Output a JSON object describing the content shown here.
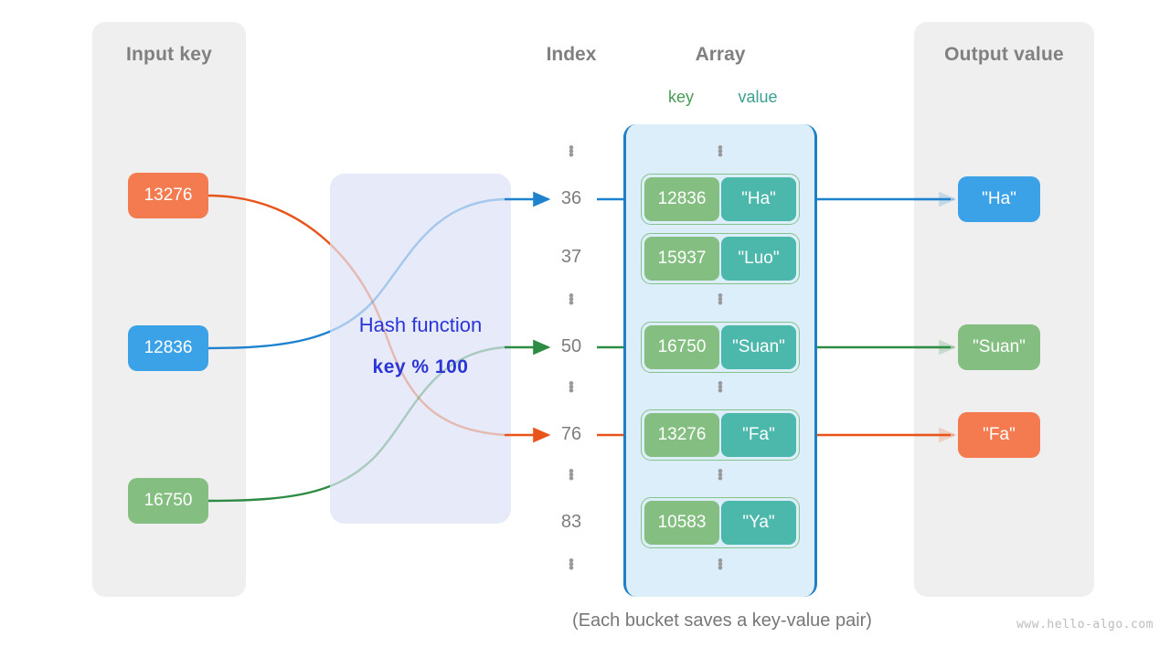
{
  "panels": {
    "input": {
      "title": "Input key"
    },
    "output": {
      "title": "Output value"
    }
  },
  "hash": {
    "label": "Hash function",
    "formula": "key % 100",
    "box_color": "#e6eaf9",
    "text_color": "#2b35d6"
  },
  "headers": {
    "index": "Index",
    "array": "Array",
    "key": "key",
    "value": "value",
    "key_color": "#4a9a55",
    "value_color": "#3aa08f"
  },
  "input_keys": [
    {
      "label": "13276",
      "color": "#f47b50"
    },
    {
      "label": "12836",
      "color": "#3ba2e8"
    },
    {
      "label": "16750",
      "color": "#84bf81"
    }
  ],
  "index_column": [
    {
      "type": "dots"
    },
    {
      "type": "value",
      "label": "36"
    },
    {
      "type": "value",
      "label": "37"
    },
    {
      "type": "dots"
    },
    {
      "type": "value",
      "label": "50"
    },
    {
      "type": "dots"
    },
    {
      "type": "value",
      "label": "76"
    },
    {
      "type": "dots"
    },
    {
      "type": "value",
      "label": "83"
    },
    {
      "type": "dots"
    }
  ],
  "buckets": [
    {
      "key": "12836",
      "value": "\"Ha\""
    },
    {
      "key": "15937",
      "value": "\"Luo\""
    },
    {
      "key": "16750",
      "value": "\"Suan\""
    },
    {
      "key": "13276",
      "value": "\"Fa\""
    },
    {
      "key": "10583",
      "value": "\"Ya\""
    }
  ],
  "array_dots": 5,
  "output_values": [
    {
      "label": "\"Ha\"",
      "color": "#3ba2e8"
    },
    {
      "label": "\"Suan\"",
      "color": "#84bf81"
    },
    {
      "label": "\"Fa\"",
      "color": "#f47b50"
    }
  ],
  "bucket_colors": {
    "key": "#84bf81",
    "value": "#4cb8ac",
    "border": "#86c38c"
  },
  "array_container": {
    "fill": "#ddeefb",
    "border": "#1f7ec4"
  },
  "wire_colors": {
    "orange": "#e8541a",
    "blue": "#1f82cf",
    "green": "#2e8b44"
  },
  "caption": "(Each bucket saves a key-value pair)",
  "watermark": "www.hello-algo.com"
}
